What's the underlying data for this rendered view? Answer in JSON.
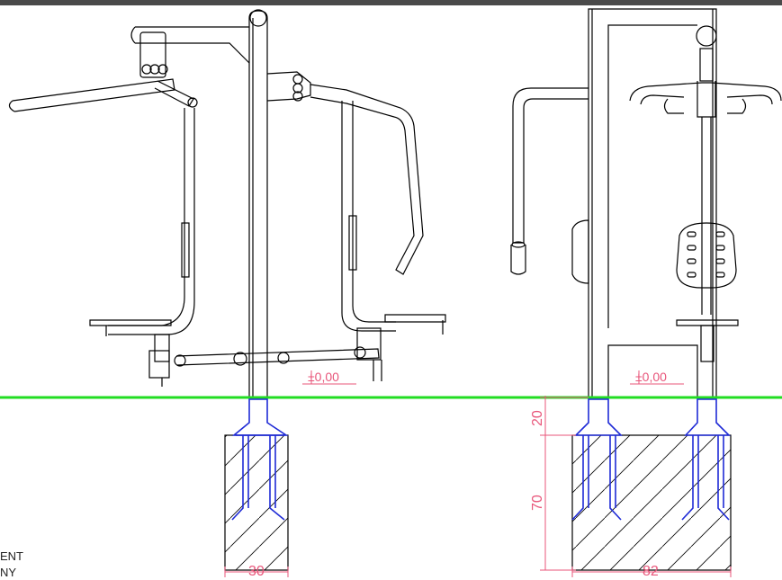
{
  "drawing": {
    "level_left": "±0,00",
    "level_right": "±0,00",
    "dim_width_left": "30",
    "dim_width_right": "82",
    "dim_height_top": "20",
    "dim_height_bottom": "70",
    "corner_text_1": "ENT",
    "corner_text_2": "NY"
  },
  "colors": {
    "ground_line": "#22dd22",
    "anchor_bolts": "#1f2bd6",
    "dimensions": "#e8557a",
    "linework": "#000000",
    "top_bar": "#4a4a4a"
  }
}
